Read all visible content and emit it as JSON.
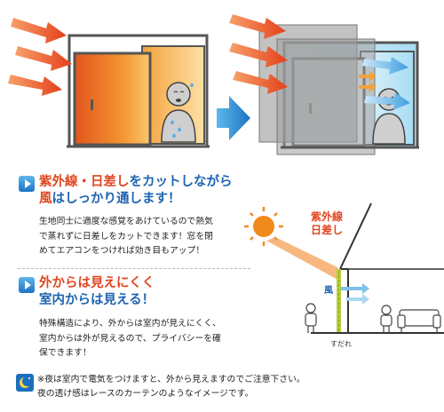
{
  "section1": {
    "heading_line1_red": "紫外線・日差し",
    "heading_line1_rest": "をカットしながら",
    "heading_line2_red": "風",
    "heading_line2_rest": "はしっかり通します！",
    "body": [
      "生地同士に適度な感覚をあけているので熱気",
      "で蒸れずに日差しをカットできます！窓を閉",
      "めてエアコンをつければ効き目もアップ！"
    ]
  },
  "section2": {
    "heading_line1": "外からは見えにくく",
    "heading_line2": "室内からは見える！",
    "body": [
      "特殊構造により、外からは室内が見えにくく、",
      "室内からは外が見えるので、プライバシーを確",
      "保できます！"
    ]
  },
  "diagram": {
    "sun_label_line1": "紫外線",
    "sun_label_line2": "日差し",
    "wind_label": "風",
    "gap_label": "すだれ"
  },
  "note": {
    "lines": [
      "※夜は室内で電気をつけますと、外から見えますのでご注意下さい。",
      "夜の透け感はレースのカーテンのようなイメージです。"
    ]
  },
  "colors": {
    "accent_blue": "#1e63b0",
    "accent_red": "#e0461f",
    "glass_orange": "#f0892e",
    "sky_blue": "#bfe6f7"
  }
}
